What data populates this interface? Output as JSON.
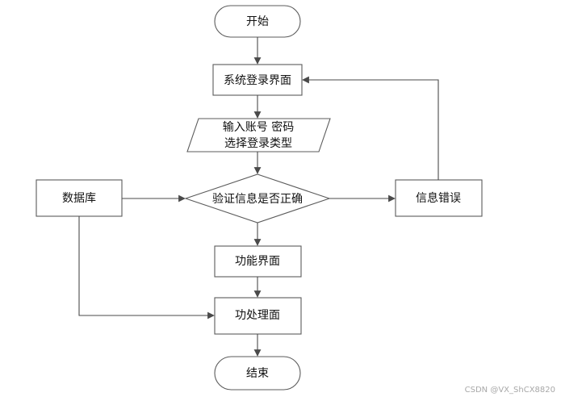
{
  "nodes": {
    "start": "开始",
    "login_page": "系统登录界面",
    "input_line1": "输入账号 密码",
    "input_line2": "选择登录类型",
    "verify": "验证信息是否正确",
    "database": "数据库",
    "error": "信息错误",
    "function_page": "功能界面",
    "process": "功处理面",
    "end": "结束"
  },
  "watermark": "CSDN @VX_ShCX8820",
  "colors": {
    "stroke": "#5b5b5b",
    "arrow": "#4a4a4a",
    "text": "#111111",
    "watermark": "#a8a8a8"
  }
}
